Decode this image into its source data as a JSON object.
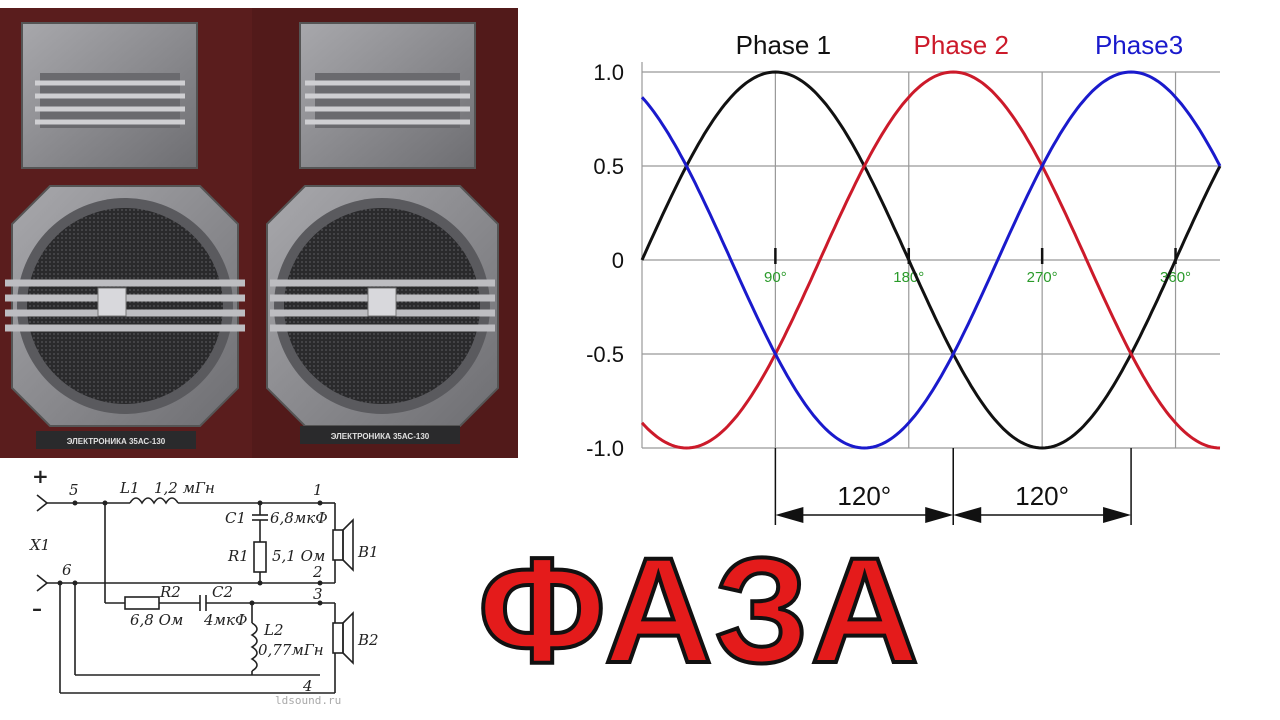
{
  "speakers": {
    "label_left": "ЭЛЕКТРОНИКА 35АС-130",
    "label_right": "ЭЛЕКТРОНИКА 35АС-130",
    "cabinet_color": "#5a1d1d",
    "panel_color": "#8a8a8e"
  },
  "chart_data": {
    "type": "line",
    "x": [
      0,
      15,
      30,
      45,
      60,
      75,
      90,
      105,
      120,
      135,
      150,
      165,
      180,
      195,
      210,
      225,
      240,
      255,
      270,
      285,
      300,
      315,
      330,
      345,
      360
    ],
    "xlim": [
      0,
      390
    ],
    "ylim": [
      -1.0,
      1.0
    ],
    "yticks": [
      "1.0",
      "0.5",
      "0",
      "-0.5",
      "-1.0"
    ],
    "ytick_values": [
      1.0,
      0.5,
      0,
      -0.5,
      -1.0
    ],
    "xticks": [
      "90°",
      "180°",
      "270°",
      "360°"
    ],
    "xtick_values": [
      90,
      180,
      270,
      360
    ],
    "grid": true,
    "legend": "top",
    "series": [
      {
        "name": "Phase 1",
        "color": "#111111",
        "phase_deg": 0
      },
      {
        "name": "Phase 2",
        "color": "#cc1a2a",
        "phase_deg": -120
      },
      {
        "name": "Phase3",
        "color": "#1a1acc",
        "phase_deg": 120
      }
    ],
    "annotations": [
      {
        "label": "120°",
        "from": 90,
        "to": 210
      },
      {
        "label": "120°",
        "from": 210,
        "to": 330
      }
    ],
    "tick_color": "#2a9a2a"
  },
  "circuit": {
    "plus": "+",
    "minus": "–",
    "x1": "X1",
    "node5": "5",
    "node6": "6",
    "node1": "1",
    "node2": "2",
    "node3": "3",
    "node4": "4",
    "l1": "L1",
    "l1_val": "1,2 мГн",
    "c1": "C1",
    "c1_val": "6,8мкФ",
    "r1": "R1",
    "r1_val": "5,1 Ом",
    "b1": "B1",
    "r2": "R2",
    "r2_val": "6,8 Ом",
    "c2": "C2",
    "c2_val": "4мкФ",
    "l2": "L2",
    "l2_val": "0,77мГн",
    "b2": "B2"
  },
  "title_word": "ФАЗА",
  "title_color": "#e41b1b",
  "watermark": "ldsound.ru"
}
